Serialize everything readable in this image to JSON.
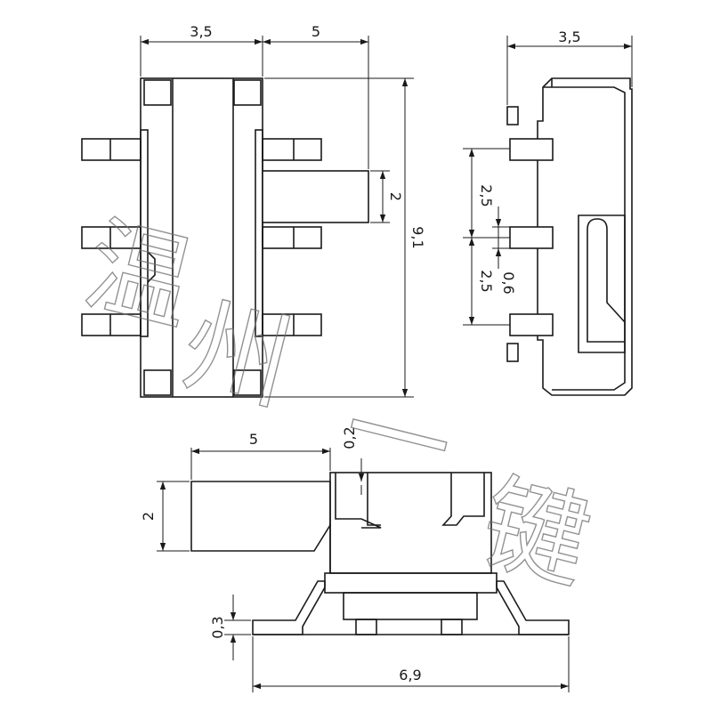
{
  "top_view": {
    "dim_body_width": "3,5",
    "dim_actuator_length": "5",
    "dim_actuator_width": "2",
    "dim_body_length": "9,1"
  },
  "side_view": {
    "dim_thickness": "3,5",
    "dim_pitch_upper": "2,5",
    "dim_pitch_lower": "2,5",
    "dim_pin_width": "0,6"
  },
  "front_view": {
    "dim_actuator_length": "5",
    "dim_offset": "0,2",
    "dim_actuator_height": "2",
    "dim_lead_thickness": "0,3",
    "dim_overall_width": "6,9"
  },
  "watermark": {
    "chars": [
      "温",
      "州",
      "一",
      "键"
    ]
  }
}
